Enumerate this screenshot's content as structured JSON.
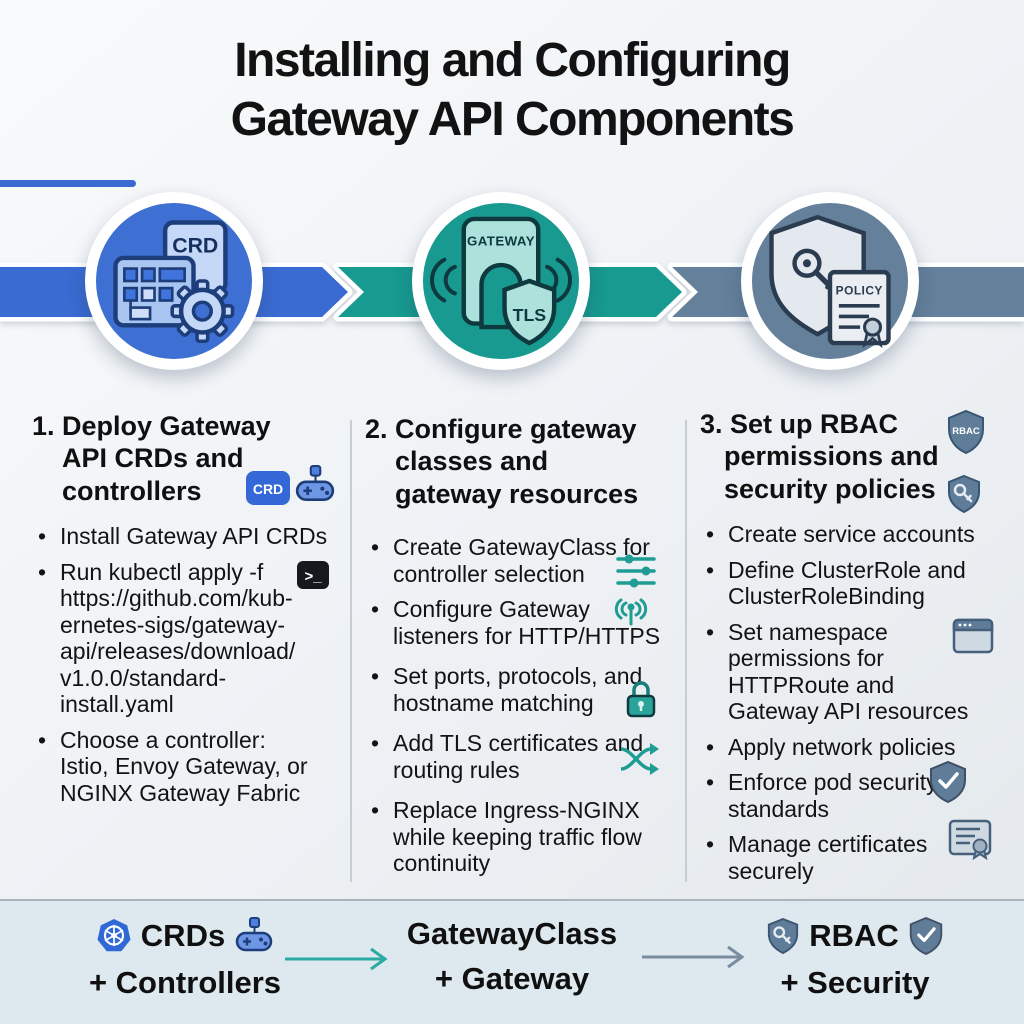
{
  "title": "Installing and Configuring\nGateway API Components",
  "badges": {
    "crd": "CRD",
    "rbac": "RBAC",
    "terminal": ">_"
  },
  "circle1": {
    "doc_label": "CRD",
    "icon_names": [
      "crd-document-icon",
      "resource-grid-icon",
      "gear-icon"
    ]
  },
  "circle2": {
    "arch_label": "GATEWAY",
    "shield_label": "TLS",
    "icon_names": [
      "gateway-arch-icon",
      "signal-waves-icon",
      "tls-shield-icon"
    ]
  },
  "circle3": {
    "doc_label": "POLICY",
    "icon_names": [
      "shield-key-icon",
      "policy-document-icon"
    ]
  },
  "columns": [
    {
      "heading": "1. Deploy Gateway\nAPI CRDs and\ncontrollers",
      "heading_icons": [
        "crd-badge-icon",
        "game-controller-icon"
      ],
      "bullets": [
        {
          "text": "Install Gateway API CRDs"
        },
        {
          "text": "Run kubectl apply -f\nhttps://github.com/kub-\nernetes-sigs/gateway-\napi/releases/download/\nv1.0.0/standard-\ninstall.yaml",
          "icon": "terminal-icon"
        },
        {
          "text": "Choose a controller:\nIstio, Envoy Gateway, or\nNGINX Gateway Fabric"
        }
      ]
    },
    {
      "heading": "2. Configure gateway\nclasses and\ngateway resources",
      "heading_icons": [],
      "bullets": [
        {
          "text": "Create GatewayClass for\ncontroller selection",
          "icon": "sliders-icon"
        },
        {
          "text": "Configure Gateway\nlisteners for HTTP/HTTPS",
          "icon": "broadcast-icon"
        },
        {
          "text": "Set ports, protocols, and\nhostname matching",
          "icon": "padlock-icon"
        },
        {
          "text": "Add TLS certificates and\nrouting rules",
          "icon": "shuffle-icon"
        },
        {
          "text": "Replace Ingress-NGINX\nwhile keeping traffic flow\ncontinuity"
        }
      ]
    },
    {
      "heading": "3. Set up RBAC\npermissions and\nsecurity policies",
      "heading_icons": [
        "rbac-shield-icon",
        "shield-key-icon"
      ],
      "bullets": [
        {
          "text": "Create service accounts"
        },
        {
          "text": "Define ClusterRole and\nClusterRoleBinding"
        },
        {
          "text": "Set namespace\npermissions for\nHTTPRoute and\nGateway API resources",
          "icon": "browser-window-icon"
        },
        {
          "text": "Apply network policies"
        },
        {
          "text": "Enforce pod security\nstandards",
          "icon": "shield-check-icon"
        },
        {
          "text": "Manage certificates\nsecurely",
          "icon": "certificate-icon"
        }
      ]
    }
  ],
  "footer": {
    "steps": [
      {
        "title": "CRDs",
        "subtitle": "+ Controllers",
        "icons": [
          "kubernetes-icon",
          "game-controller-icon"
        ]
      },
      {
        "title": "GatewayClass",
        "subtitle": "+ Gateway",
        "icons": []
      },
      {
        "title": "RBAC",
        "subtitle": "+ Security",
        "icons": [
          "shield-key-icon",
          "shield-check-icon"
        ]
      }
    ],
    "arrow_icons": [
      "arrow-right-teal-icon",
      "arrow-right-gray-icon"
    ]
  },
  "colors": {
    "blue": "#3a6bd2",
    "teal": "#179a90",
    "slate": "#64809b",
    "dark_blue": "#1d3e7a",
    "dark_teal": "#0d393f",
    "dark_slate": "#2b3c50",
    "footer_bg": "#dde9ee",
    "background": "#eef1f4"
  }
}
